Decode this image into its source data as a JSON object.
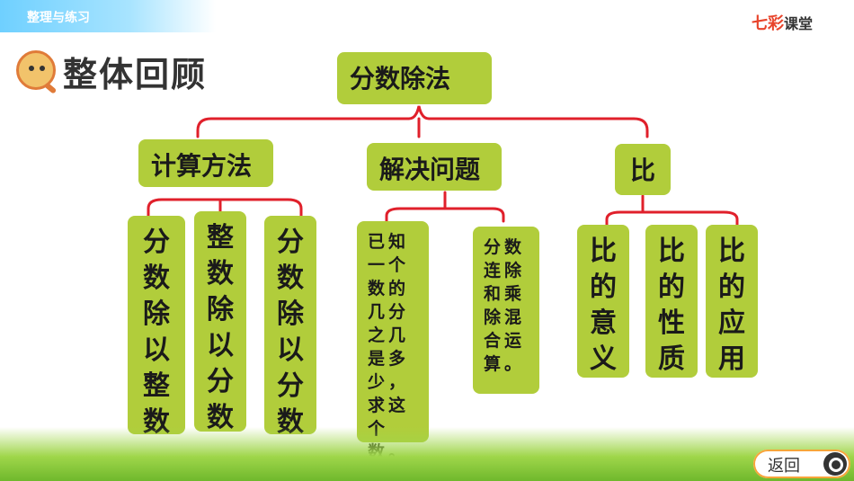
{
  "header": {
    "section": "整理与练习",
    "brand_red": "七彩",
    "brand_dark": "课堂",
    "title": "整体回顾"
  },
  "root": "分数除法",
  "branches": [
    {
      "label": "计算方法",
      "children": [
        "分数除以整数",
        "整数除以分数",
        "分数除以分数"
      ]
    },
    {
      "label": "解决问题",
      "children": [
        "已知一个数的几分之几是多少，求这个数。",
        "分数连除和乘除混合运算。"
      ]
    },
    {
      "label": "比",
      "children": [
        "比的意义",
        "比的性质",
        "比的应用"
      ]
    }
  ],
  "nav": {
    "back_label": "返回"
  },
  "colors": {
    "box": "#b1cd3b",
    "connector": "#e0202b"
  }
}
